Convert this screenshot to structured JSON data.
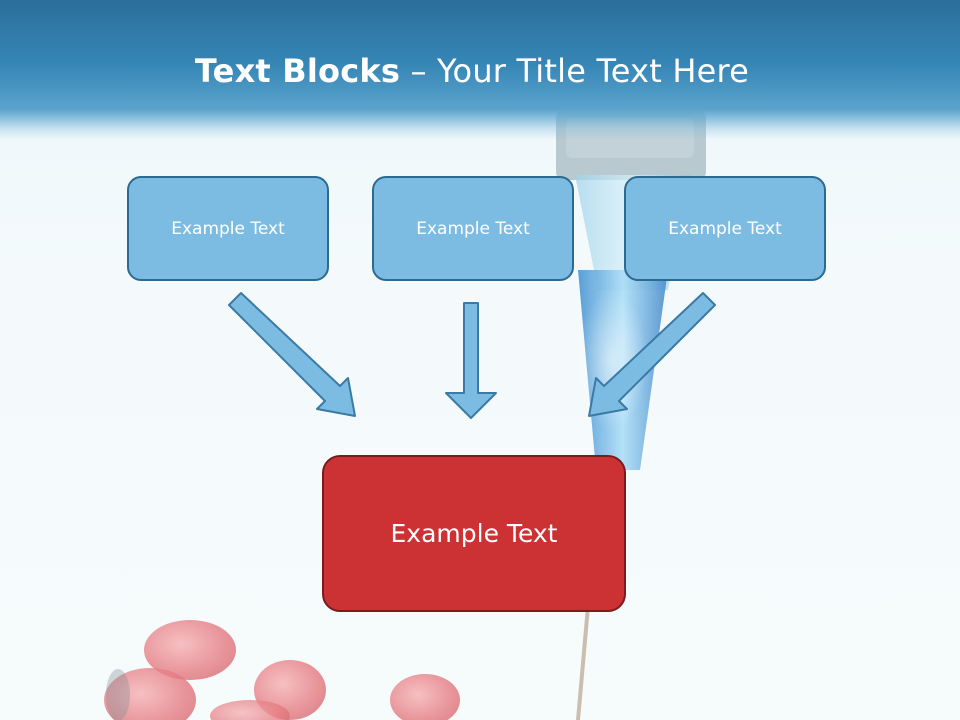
{
  "slide": {
    "title_bold": "Text Blocks",
    "title_rest": " – Your Title Text Here",
    "top_boxes": [
      {
        "label": "Example Text"
      },
      {
        "label": "Example Text"
      },
      {
        "label": "Example Text"
      }
    ],
    "main_box": {
      "label": "Example Text"
    }
  },
  "colors": {
    "header": "#3585b5",
    "top_box_fill": "#7cbce2",
    "top_box_border": "#2d6a91",
    "main_box_fill": "#cc3234",
    "main_box_border": "#7a1c1e",
    "arrow_fill": "#7cbce2"
  },
  "icons": {
    "background_image": "syringe-and-pills-image"
  }
}
